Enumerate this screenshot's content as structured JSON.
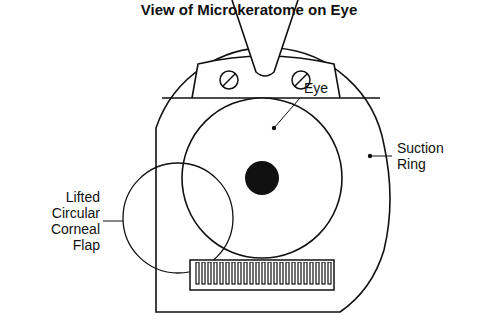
{
  "diagram": {
    "title": "View of Microkeratome on Eye",
    "labels": [
      "Eye",
      "Lifted Circular Corneal Flap",
      "Suction Ring"
    ]
  }
}
